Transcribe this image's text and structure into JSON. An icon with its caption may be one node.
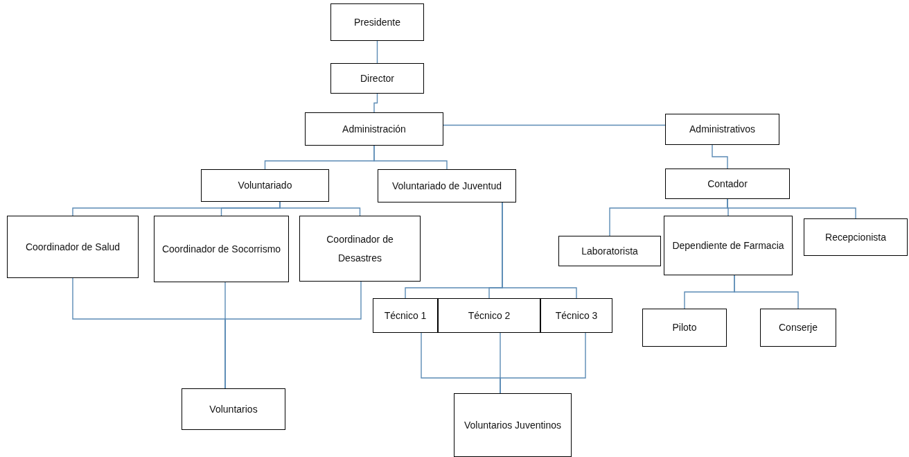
{
  "diagram": {
    "nodes": [
      {
        "text": [
          "Presidente"
        ]
      },
      {
        "text": [
          "Director"
        ]
      },
      {
        "text": [
          "Administración"
        ]
      },
      {
        "text": [
          "Administrativos"
        ]
      },
      {
        "text": [
          "Voluntariado"
        ]
      },
      {
        "text": [
          "Voluntariado de Juventud"
        ]
      },
      {
        "text": [
          "Contador"
        ]
      },
      {
        "text": [
          "Coordinador de Salud"
        ]
      },
      {
        "text": [
          "Coordinador de Socorrismo"
        ]
      },
      {
        "text": [
          "Coordinador de Desastres"
        ]
      },
      {
        "text": [
          "Laboratorista"
        ]
      },
      {
        "text": [
          "Dependiente de Farmacia"
        ]
      },
      {
        "text": [
          "Recepcionista"
        ]
      },
      {
        "text": [
          "Técnico 1"
        ]
      },
      {
        "text": [
          "Técnico 2"
        ]
      },
      {
        "text": [
          "Técnico 3"
        ]
      },
      {
        "text": [
          "Piloto"
        ]
      },
      {
        "text": [
          "Conserje"
        ]
      },
      {
        "text": [
          "Voluntarios"
        ]
      },
      {
        "text": [
          "Voluntarios Juventinos"
        ]
      }
    ],
    "edges": [
      {
        "from": 0,
        "to": 1,
        "arrow": "none"
      },
      {
        "from": 1,
        "to": 2,
        "arrow": "none"
      },
      {
        "from": 2,
        "to": 3,
        "arrow": "none"
      },
      {
        "from": 2,
        "to": 4,
        "arrow": "none"
      },
      {
        "from": 2,
        "to": 5,
        "arrow": "none"
      },
      {
        "from": 3,
        "to": 6,
        "arrow": "none"
      },
      {
        "from": 4,
        "to": 7,
        "arrow": "none"
      },
      {
        "from": 4,
        "to": 8,
        "arrow": "none"
      },
      {
        "from": 4,
        "to": 9,
        "arrow": "none"
      },
      {
        "from": 7,
        "to": 18,
        "arrow": "none"
      },
      {
        "from": 8,
        "to": 18,
        "arrow": "none"
      },
      {
        "from": 9,
        "to": 18,
        "arrow": "none"
      },
      {
        "from": 5,
        "to": 13,
        "arrow": "none"
      },
      {
        "from": 5,
        "to": 14,
        "arrow": "none"
      },
      {
        "from": 5,
        "to": 15,
        "arrow": "none"
      },
      {
        "from": 13,
        "to": 19,
        "arrow": "none"
      },
      {
        "from": 14,
        "to": 19,
        "arrow": "none"
      },
      {
        "from": 15,
        "to": 19,
        "arrow": "none"
      },
      {
        "from": 6,
        "to": 10,
        "arrow": "none"
      },
      {
        "from": 6,
        "to": 11,
        "arrow": "none"
      },
      {
        "from": 6,
        "to": 12,
        "arrow": "none"
      },
      {
        "from": 11,
        "to": 16,
        "arrow": "none"
      },
      {
        "from": 11,
        "to": 17,
        "arrow": "none"
      }
    ]
  }
}
